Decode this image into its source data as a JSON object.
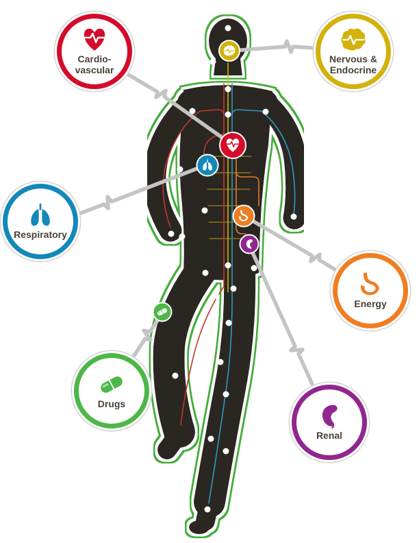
{
  "diagram": {
    "description": "Human physiology systems diagram with running figure",
    "systems": [
      {
        "id": "cardiovascular",
        "label": "Cardio-\nvascular",
        "color": "#d40b2a",
        "icon": "heart-pulse-icon"
      },
      {
        "id": "nervous-endocrine",
        "label": "Nervous &\nEndocrine",
        "color": "#d2b20b",
        "icon": "brain-pulse-icon"
      },
      {
        "id": "respiratory",
        "label": "Respiratory",
        "color": "#1488b8",
        "icon": "lungs-icon"
      },
      {
        "id": "energy",
        "label": "Energy",
        "color": "#ef7d22",
        "icon": "stomach-icon"
      },
      {
        "id": "drugs",
        "label": "Drugs",
        "color": "#4db748",
        "icon": "capsule-icon"
      },
      {
        "id": "renal",
        "label": "Renal",
        "color": "#90278e",
        "icon": "kidney-icon"
      }
    ],
    "organ_markers": [
      {
        "icon": "brain-marker-icon",
        "system": "nervous-endocrine",
        "color": "#d2b20b"
      },
      {
        "icon": "heart-marker-icon",
        "system": "cardiovascular",
        "color": "#d40b2a"
      },
      {
        "icon": "lungs-marker-icon",
        "system": "respiratory",
        "color": "#1488b8"
      },
      {
        "icon": "liver-marker-icon",
        "system": "energy",
        "color": "#ef7d22"
      },
      {
        "icon": "kidney-marker-icon",
        "system": "renal",
        "color": "#90278e"
      },
      {
        "icon": "capsule-marker-icon",
        "system": "drugs",
        "color": "#4db748"
      }
    ],
    "colors": {
      "silhouette": "#2b2622",
      "outline": "#44ad3a",
      "connector": "#c4c4c4",
      "outer_ring": "#d3d3d3",
      "label_text": "#4a4239",
      "node_dot": "#ffffff",
      "network_red": "#c0392b",
      "network_blue": "#2e9bbf",
      "network_yellow": "#d2b20b",
      "network_orange": "#e07b2a"
    }
  }
}
